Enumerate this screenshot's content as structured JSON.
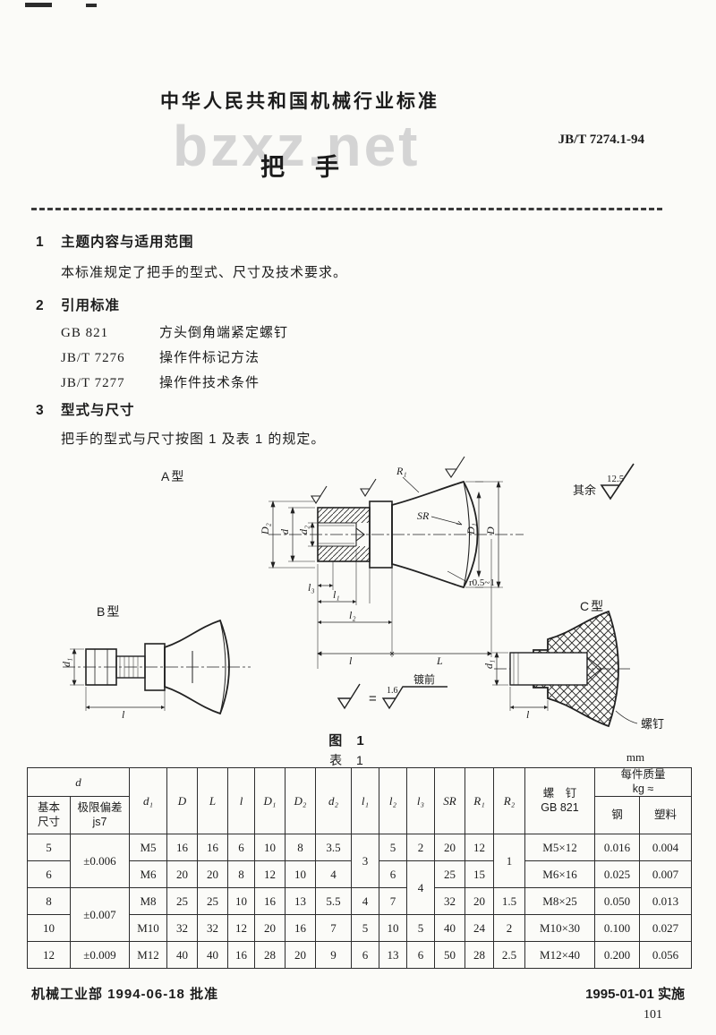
{
  "header": {
    "org_title": "中华人民共和国机械行业标准",
    "standard_no": "JB/T 7274.1-94",
    "doc_title": "把手",
    "watermark": "bzxz.net"
  },
  "sections": {
    "s1_no": "1",
    "s1_title": "主题内容与适用范围",
    "s1_body": "本标准规定了把手的型式、尺寸及技术要求。",
    "s2_no": "2",
    "s2_title": "引用标准",
    "refs": [
      {
        "code": "GB 821",
        "name": "方头倒角端紧定螺钉"
      },
      {
        "code": "JB/T 7276",
        "name": "操作件标记方法"
      },
      {
        "code": "JB/T 7277",
        "name": "操作件技术条件"
      }
    ],
    "s3_no": "3",
    "s3_title": "型式与尺寸",
    "s3_body": "把手的型式与尺寸按图 1 及表 1 的规定。"
  },
  "figure": {
    "type_a_label": "A型",
    "type_b_label": "B型",
    "type_c_label": "C型",
    "rest_label": "其余",
    "rest_roughness": "12.5",
    "note_roughness": "1.6",
    "note_text": "镀前",
    "equals_sign": "=",
    "screw_label": "螺钉",
    "radius_note": "r0.5~1",
    "fig_caption": "图 1",
    "tab_caption": "表 1",
    "dims": {
      "D2": "D₂",
      "d": "d",
      "d2": "d₂",
      "D1": "D₁",
      "D": "D",
      "R1": "R₁",
      "SR": "SR",
      "l3": "l₃",
      "l1": "l₁",
      "l2": "l₂",
      "l": "l",
      "L": "L",
      "d1": "d₁"
    }
  },
  "table": {
    "unit": "mm",
    "head": {
      "d_group": "d",
      "basic": "基本\n尺寸",
      "deviation": "极限偏差\njs7",
      "d1": "d₁",
      "D": "D",
      "L": "L",
      "l": "l",
      "D1": "D₁",
      "D2": "D₂",
      "d2": "d₂",
      "l1": "l₁",
      "l2": "l₂",
      "l3": "l₃",
      "SR": "SR",
      "R1": "R₁",
      "R2": "R₂",
      "screw": "螺　钉\nGB 821",
      "weight_group": "每件质量\nkg ≈",
      "steel": "钢",
      "plastic": "塑料"
    },
    "rows": [
      [
        {
          "t": "5"
        },
        {
          "t": "±0.006",
          "rs": 2
        },
        {
          "t": "M5"
        },
        {
          "t": "16"
        },
        {
          "t": "16"
        },
        {
          "t": "6"
        },
        {
          "t": "10"
        },
        {
          "t": "8"
        },
        {
          "t": "3.5"
        },
        {
          "t": "3",
          "rs": 2
        },
        {
          "t": "5"
        },
        {
          "t": "2"
        },
        {
          "t": "20"
        },
        {
          "t": "12"
        },
        {
          "t": "1",
          "rs": 2
        },
        {
          "t": "M5×12"
        },
        {
          "t": "0.016"
        },
        {
          "t": "0.004"
        }
      ],
      [
        {
          "t": "6"
        },
        {
          "t": "M6"
        },
        {
          "t": "20"
        },
        {
          "t": "20"
        },
        {
          "t": "8"
        },
        {
          "t": "12"
        },
        {
          "t": "10"
        },
        {
          "t": "4"
        },
        {
          "t": "6"
        },
        {
          "t": "4",
          "rs": 2
        },
        {
          "t": "25"
        },
        {
          "t": "15"
        },
        {
          "t": "M6×16"
        },
        {
          "t": "0.025"
        },
        {
          "t": "0.007"
        }
      ],
      [
        {
          "t": "8"
        },
        {
          "t": "±0.007",
          "rs": 2
        },
        {
          "t": "M8"
        },
        {
          "t": "25"
        },
        {
          "t": "25"
        },
        {
          "t": "10"
        },
        {
          "t": "16"
        },
        {
          "t": "13"
        },
        {
          "t": "5.5"
        },
        {
          "t": "4"
        },
        {
          "t": "7"
        },
        {
          "t": "32"
        },
        {
          "t": "20"
        },
        {
          "t": "1.5"
        },
        {
          "t": "M8×25"
        },
        {
          "t": "0.050"
        },
        {
          "t": "0.013"
        }
      ],
      [
        {
          "t": "10"
        },
        {
          "t": "M10"
        },
        {
          "t": "32"
        },
        {
          "t": "32"
        },
        {
          "t": "12"
        },
        {
          "t": "20"
        },
        {
          "t": "16"
        },
        {
          "t": "7"
        },
        {
          "t": "5"
        },
        {
          "t": "10"
        },
        {
          "t": "5"
        },
        {
          "t": "40"
        },
        {
          "t": "24"
        },
        {
          "t": "2"
        },
        {
          "t": "M10×30"
        },
        {
          "t": "0.100"
        },
        {
          "t": "0.027"
        }
      ],
      [
        {
          "t": "12"
        },
        {
          "t": "±0.009"
        },
        {
          "t": "M12"
        },
        {
          "t": "40"
        },
        {
          "t": "40"
        },
        {
          "t": "16"
        },
        {
          "t": "28"
        },
        {
          "t": "20"
        },
        {
          "t": "9"
        },
        {
          "t": "6"
        },
        {
          "t": "13"
        },
        {
          "t": "6"
        },
        {
          "t": "50"
        },
        {
          "t": "28"
        },
        {
          "t": "2.5"
        },
        {
          "t": "M12×40"
        },
        {
          "t": "0.200"
        },
        {
          "t": "0.056"
        }
      ]
    ]
  },
  "footer": {
    "approval": "机械工业部 1994-06-18 批准",
    "implementation": "1995-01-01 实施",
    "page_number": "101"
  }
}
